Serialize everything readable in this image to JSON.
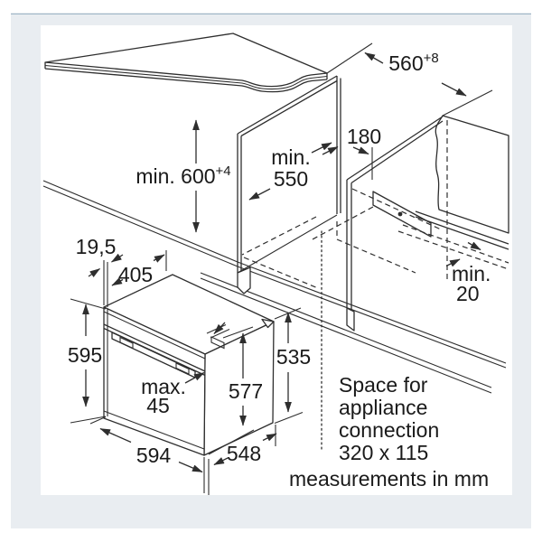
{
  "colors": {
    "page_background": "#ffffff",
    "panel_background": "#e9edf1",
    "canvas_background": "#ffffff",
    "top_rule": "#9fb6c6",
    "line": "#2e2e2e",
    "surface_gray": "#ececec",
    "text": "#1a1a1a"
  },
  "dimensions": {
    "niche_width_560": {
      "value": "560",
      "tolerance": "+8"
    },
    "niche_height_min600": {
      "value": "min. 600",
      "tolerance": "+4"
    },
    "niche_depth_min550": {
      "line1": "min.",
      "line2": "550"
    },
    "rear_offset_180": {
      "value": "180"
    },
    "front_overhang_19_5": {
      "value": "19,5"
    },
    "top_depth_405": {
      "value": "405"
    },
    "front_height_595": {
      "value": "595"
    },
    "door_protrusion_max45": {
      "line1": "max.",
      "line2": "45"
    },
    "body_height_577": {
      "value": "577"
    },
    "rear_height_535": {
      "value": "535"
    },
    "front_width_594": {
      "value": "594"
    },
    "body_depth_548": {
      "value": "548"
    },
    "wall_clearance_min20": {
      "line1": "min.",
      "line2": "20"
    }
  },
  "annotations": {
    "space_note": {
      "line1": "Space for",
      "line2": "appliance",
      "line3": "connection",
      "line4": "320 x 115"
    }
  },
  "footer": {
    "units_note": "measurements in mm"
  }
}
